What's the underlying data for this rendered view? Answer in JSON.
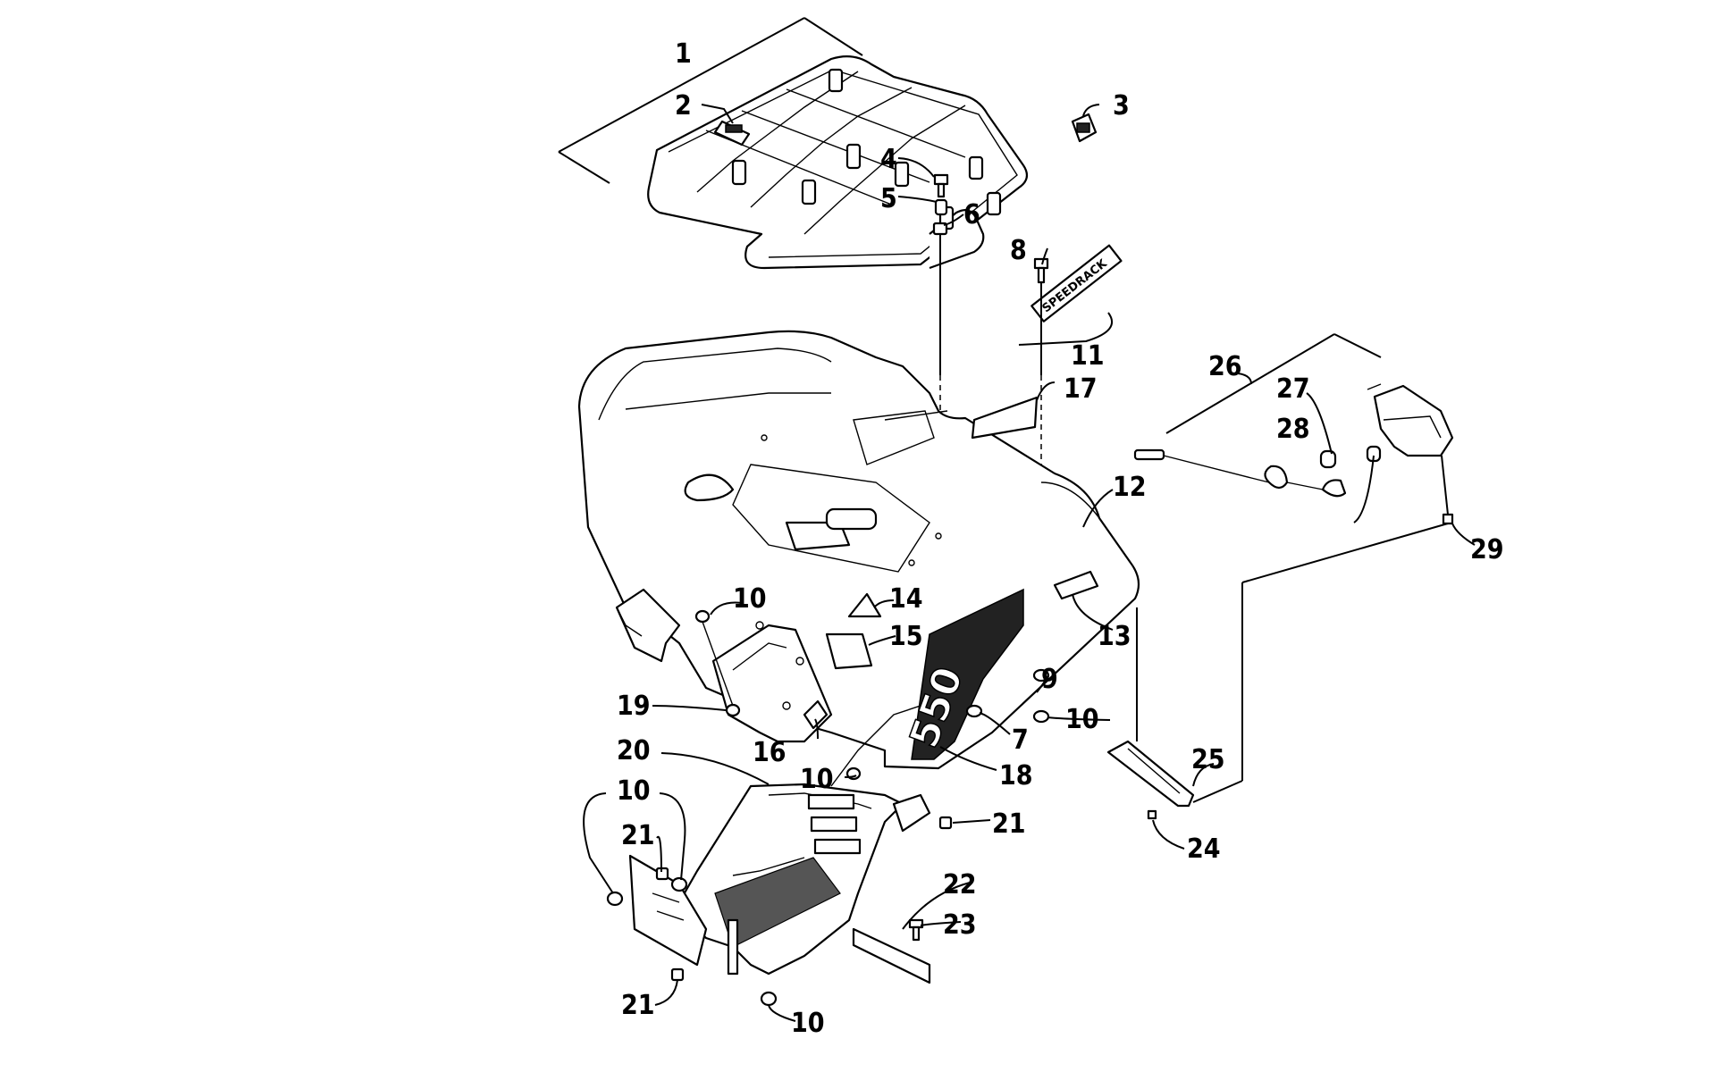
{
  "diagram": {
    "labels": {
      "1": "1",
      "2": "2",
      "3": "3",
      "4": "4",
      "5": "5",
      "6": "6",
      "7": "7",
      "8": "8",
      "9": "9",
      "10a": "10",
      "10b": "10",
      "10c": "10",
      "10d": "10",
      "10e": "10",
      "11": "11",
      "12": "12",
      "13": "13",
      "14": "14",
      "15": "15",
      "16": "16",
      "17": "17",
      "18": "18",
      "19": "19",
      "20": "20",
      "21a": "21",
      "21b": "21",
      "21c": "21",
      "22": "22",
      "23": "23",
      "24": "24",
      "25": "25",
      "26": "26",
      "27": "27",
      "28": "28",
      "29": "29"
    },
    "rack_decal": "SPEEDRACK",
    "fender_badge": "550"
  }
}
